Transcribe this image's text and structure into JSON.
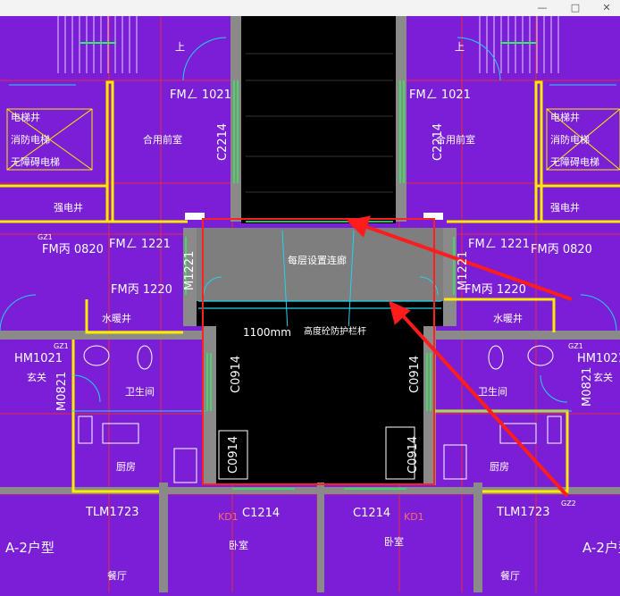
{
  "window": {
    "minimize": "—",
    "maximize": "□",
    "close": "✕"
  },
  "labels": {
    "fm_yi_1021": "FMㄥ 1021",
    "fm_yi_1221": "FMㄥ 1221",
    "fm_bing_0820": "FM丙 0820",
    "fm_bing_1220": "FM丙 1220",
    "c2214": "C2214",
    "m1221": "M1221",
    "c0914": "C0914",
    "hm1021": "HM1021",
    "m0821": "M0821",
    "tlm1723": "TLM1723",
    "c1214": "C1214",
    "kd1": "KD1",
    "a2": "A-2户型",
    "gz1": "GZ1",
    "gz2": "GZ2",
    "elevator_room": "合用前室",
    "elevator_left": "强电井",
    "fire_elevator": "消防电梯",
    "barrier_elevator": "无障碍电梯",
    "stair": "电梯井",
    "elec_well": "强电井",
    "water_well": "水暖井",
    "bathroom": "卫生间",
    "kitchen": "厨房",
    "entrance": "玄关",
    "bedroom": "卧室",
    "dining": "餐厅",
    "corridor": "每层设置连廊",
    "railing": "高度砼防护栏杆",
    "dim_1100": "1100mm",
    "up": "上"
  }
}
